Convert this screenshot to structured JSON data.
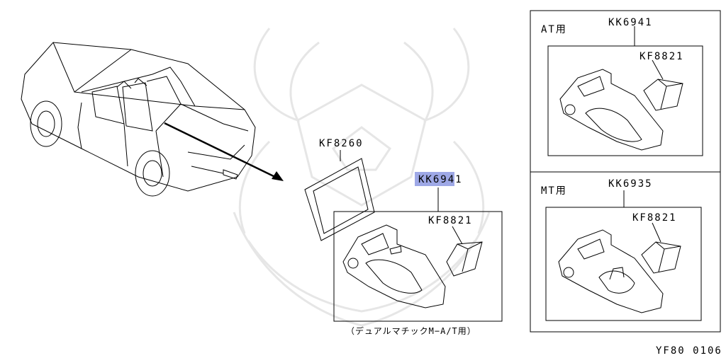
{
  "labels": {
    "main_bezel": "KF8260",
    "main_console": "KK6941",
    "main_tray": "KF8821",
    "main_note": "（デュアルマチックM−A/T用）",
    "at_title": "AT用",
    "at_console": "KK6941",
    "at_tray": "KF8821",
    "mt_title": "MT用",
    "mt_console": "KK6935",
    "mt_tray": "KF8821",
    "figure_code": "YF80 0106"
  },
  "colors": {
    "line": "#000000",
    "highlight": "#9ea8e6",
    "watermark": "#e6e6e6"
  }
}
